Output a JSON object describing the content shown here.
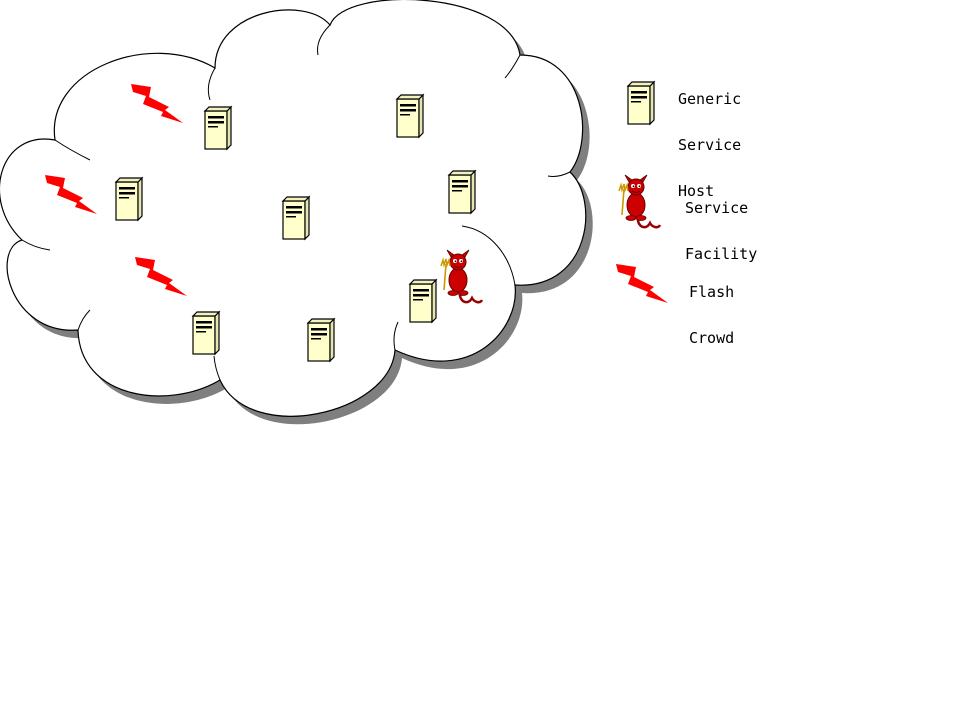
{
  "colors": {
    "background": "#ffffff",
    "cloud_fill": "#ffffff",
    "cloud_stroke": "#000000",
    "cloud_shadow": "#7f7f7f",
    "server_fill": "#ffffcc",
    "server_stroke": "#000000",
    "flash": "#ff0000",
    "daemon": "#cc0000"
  },
  "icons": {
    "server": "server-icon",
    "daemon": "daemon-icon",
    "flash": "lightning-icon",
    "cloud": "cloud-shape"
  },
  "legend": {
    "host": {
      "label_line1": "Generic",
      "label_line2": "Service",
      "label_line3": "Host"
    },
    "facility": {
      "label_line1": "Service",
      "label_line2": "Facility"
    },
    "crowd": {
      "label_line1": "Flash",
      "label_line2": "Crowd"
    }
  }
}
